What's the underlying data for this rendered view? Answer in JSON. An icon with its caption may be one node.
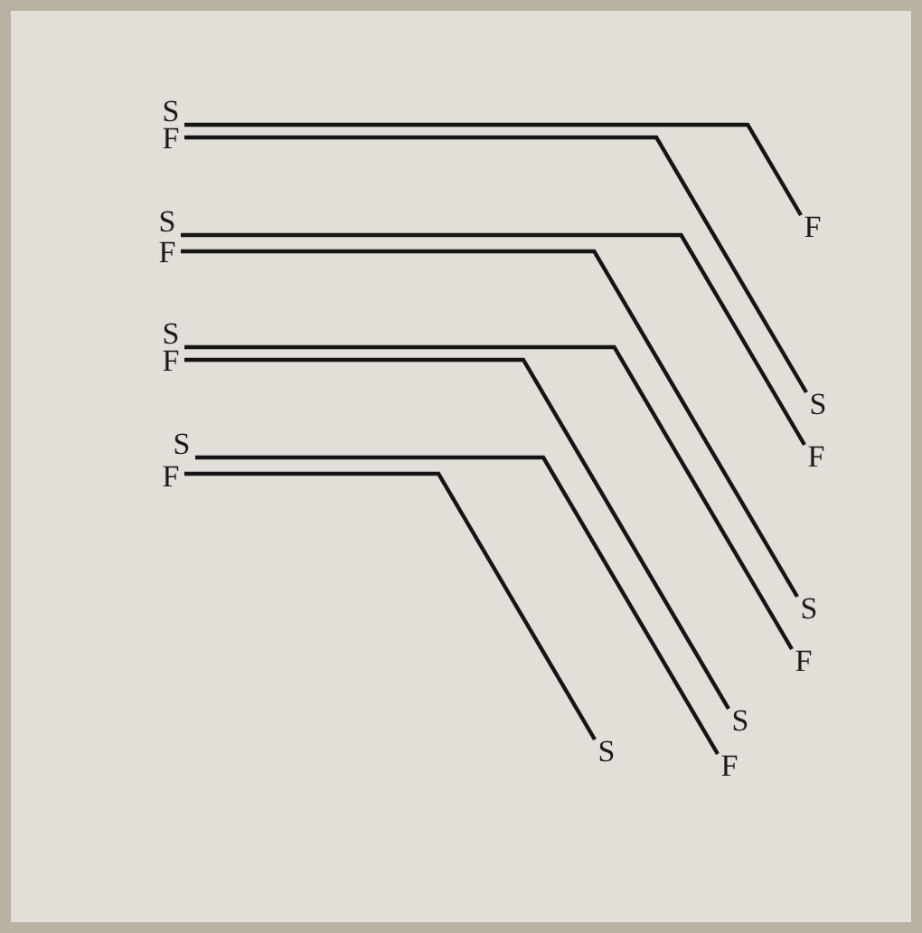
{
  "diagram": {
    "nodes": [
      {
        "text": [
          "S"
        ]
      },
      {
        "text": [
          "F"
        ]
      },
      {
        "text": [
          "S"
        ]
      },
      {
        "text": [
          "F"
        ]
      },
      {
        "text": [
          "S"
        ]
      },
      {
        "text": [
          "F"
        ]
      },
      {
        "text": [
          "S"
        ]
      },
      {
        "text": [
          "F"
        ]
      },
      {
        "text": [
          "F"
        ]
      },
      {
        "text": [
          "S"
        ]
      },
      {
        "text": [
          "F"
        ]
      },
      {
        "text": [
          "S"
        ]
      },
      {
        "text": [
          "F"
        ]
      },
      {
        "text": [
          "S"
        ]
      },
      {
        "text": [
          "F"
        ]
      },
      {
        "text": [
          "S"
        ]
      }
    ],
    "edges": [
      {
        "from": 0,
        "to": 8,
        "arrow": "none"
      },
      {
        "from": 1,
        "to": 9,
        "arrow": "none"
      },
      {
        "from": 2,
        "to": 10,
        "arrow": "none"
      },
      {
        "from": 3,
        "to": 11,
        "arrow": "none"
      },
      {
        "from": 4,
        "to": 12,
        "arrow": "none"
      },
      {
        "from": 5,
        "to": 13,
        "arrow": "none"
      },
      {
        "from": 6,
        "to": 14,
        "arrow": "none"
      },
      {
        "from": 7,
        "to": 15,
        "arrow": "none"
      }
    ]
  }
}
